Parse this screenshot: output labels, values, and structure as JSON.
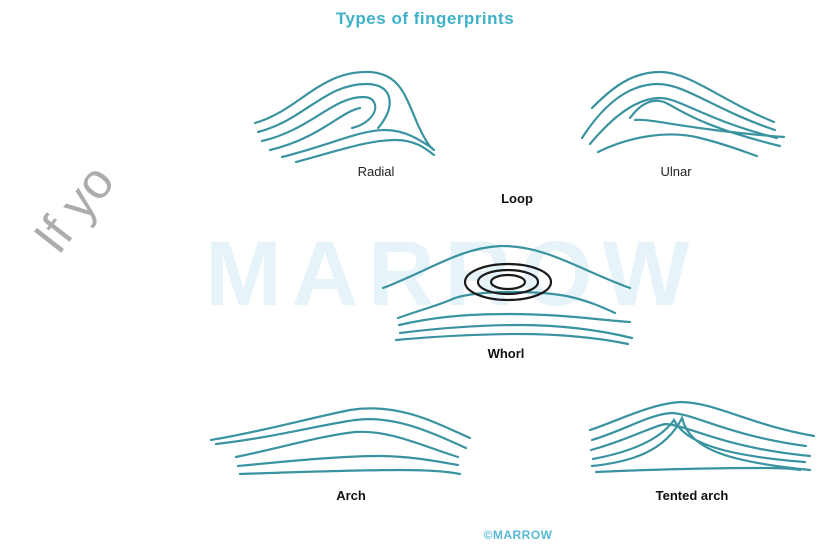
{
  "title": "Types of fingerprints",
  "watermark_text": "MARROW",
  "side_watermark_text": "If yo",
  "footer": "©MARROW",
  "labels": {
    "radial": "Radial",
    "ulnar": "Ulnar",
    "loop": "Loop",
    "whorl": "Whorl",
    "arch": "Arch",
    "tented_arch": "Tented arch"
  },
  "colors": {
    "title": "#3fb1c9",
    "ridge": "#3a93a0",
    "whorl_core": "#1a1a1a",
    "footer": "#57b9d6"
  }
}
